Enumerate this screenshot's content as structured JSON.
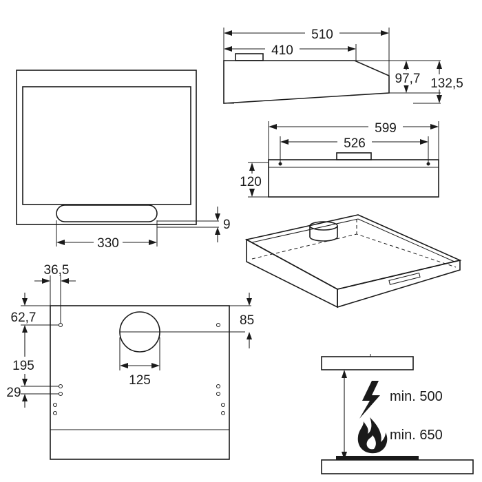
{
  "side_view": {
    "dim_total": "510",
    "dim_top": "410",
    "dim_front": "97,7",
    "dim_back": "132,5"
  },
  "front_view": {
    "dim_total": "599",
    "dim_inner": "526",
    "dim_height": "120"
  },
  "bottom_view": {
    "dim_width": "330",
    "dim_offset": "9"
  },
  "hole_plan": {
    "dim_side_offset": "36,5",
    "dim_top_left": "62,7",
    "dim_top_right": "85",
    "dim_mid": "195",
    "dim_spacing": "29",
    "dim_duct": "125"
  },
  "clearance": {
    "electric": "min. 500",
    "gas": "min. 650"
  },
  "icons": {
    "electric": "lightning-icon",
    "gas": "flame-icon"
  }
}
